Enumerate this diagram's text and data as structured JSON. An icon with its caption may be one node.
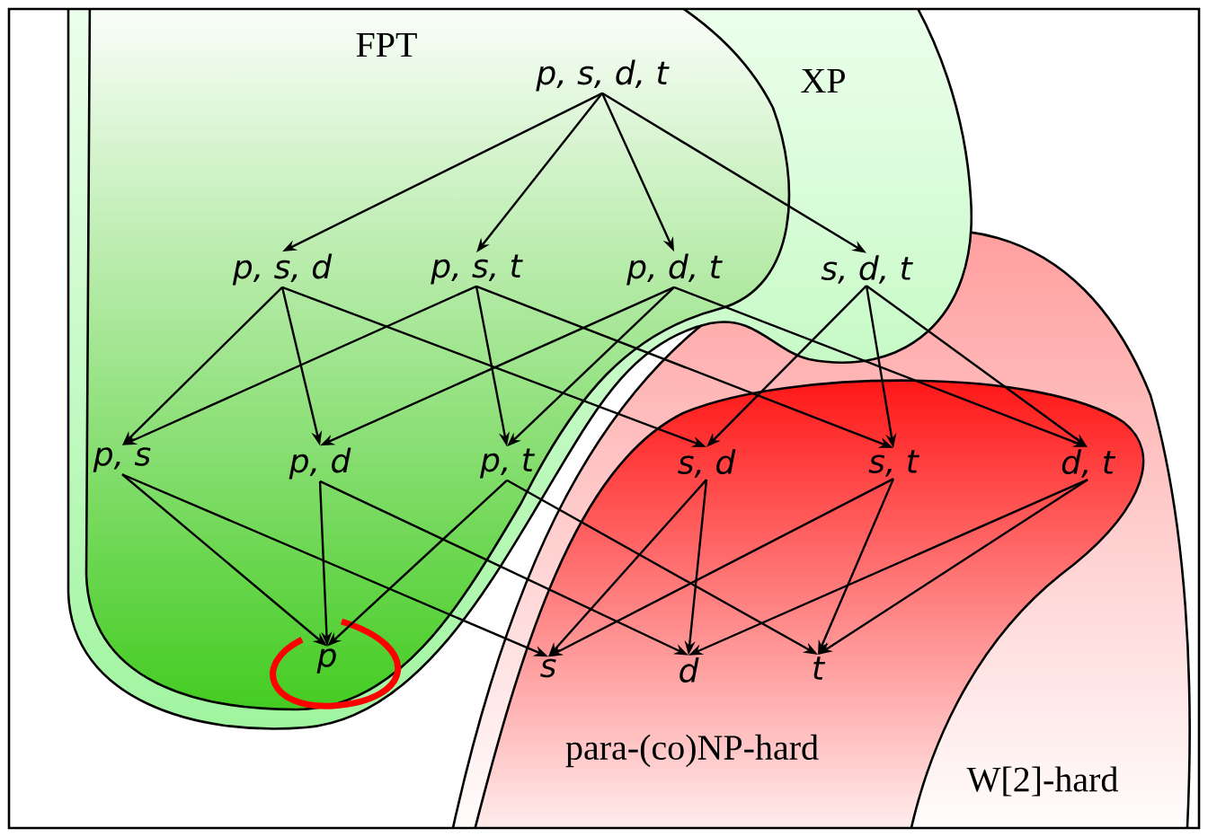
{
  "diagram": {
    "nodes": [
      {
        "text": [
          "FPT"
        ],
        "in": 1
      },
      {
        "text": [
          "XP"
        ]
      },
      {
        "text": [
          "para-(co)NP-hard"
        ],
        "in": 3
      },
      {
        "text": [
          "W[2]-hard"
        ]
      },
      {
        "text": [
          "p, s, d, t"
        ],
        "in": 0
      },
      {
        "text": [
          "p, s, d"
        ],
        "in": 0
      },
      {
        "text": [
          "p, s, t"
        ],
        "in": 0
      },
      {
        "text": [
          "p, d, t"
        ],
        "in": 0
      },
      {
        "text": [
          "s, d, t"
        ]
      },
      {
        "text": [
          "p, s"
        ],
        "in": 0
      },
      {
        "text": [
          "p, d"
        ],
        "in": 0
      },
      {
        "text": [
          "p, t"
        ],
        "in": 0
      },
      {
        "text": [
          "s, d"
        ],
        "in": 2
      },
      {
        "text": [
          "s, t"
        ],
        "in": 2
      },
      {
        "text": [
          "d, t"
        ],
        "in": 2
      },
      {
        "text": [
          "p"
        ],
        "in": 0
      },
      {
        "text": [
          "s"
        ],
        "in": 2
      },
      {
        "text": [
          "d"
        ],
        "in": 2
      },
      {
        "text": [
          "t"
        ],
        "in": 2
      }
    ],
    "edges": [
      {
        "from": 4,
        "to": 5,
        "arrow": "to"
      },
      {
        "from": 4,
        "to": 6,
        "arrow": "to"
      },
      {
        "from": 4,
        "to": 7,
        "arrow": "to"
      },
      {
        "from": 4,
        "to": 8,
        "arrow": "to"
      },
      {
        "from": 5,
        "to": 9,
        "arrow": "to"
      },
      {
        "from": 5,
        "to": 10,
        "arrow": "to"
      },
      {
        "from": 5,
        "to": 12,
        "arrow": "to"
      },
      {
        "from": 6,
        "to": 9,
        "arrow": "to"
      },
      {
        "from": 6,
        "to": 11,
        "arrow": "to"
      },
      {
        "from": 6,
        "to": 13,
        "arrow": "to"
      },
      {
        "from": 7,
        "to": 10,
        "arrow": "to"
      },
      {
        "from": 7,
        "to": 11,
        "arrow": "to"
      },
      {
        "from": 7,
        "to": 14,
        "arrow": "to"
      },
      {
        "from": 8,
        "to": 12,
        "arrow": "to"
      },
      {
        "from": 8,
        "to": 13,
        "arrow": "to"
      },
      {
        "from": 8,
        "to": 14,
        "arrow": "to"
      },
      {
        "from": 9,
        "to": 15,
        "arrow": "to"
      },
      {
        "from": 9,
        "to": 16,
        "arrow": "to"
      },
      {
        "from": 10,
        "to": 15,
        "arrow": "to"
      },
      {
        "from": 10,
        "to": 17,
        "arrow": "to"
      },
      {
        "from": 11,
        "to": 15,
        "arrow": "to"
      },
      {
        "from": 11,
        "to": 18,
        "arrow": "to"
      },
      {
        "from": 12,
        "to": 16,
        "arrow": "to"
      },
      {
        "from": 12,
        "to": 17,
        "arrow": "to"
      },
      {
        "from": 13,
        "to": 16,
        "arrow": "to"
      },
      {
        "from": 13,
        "to": 18,
        "arrow": "to"
      },
      {
        "from": 14,
        "to": 17,
        "arrow": "to"
      },
      {
        "from": 14,
        "to": 18,
        "arrow": "to"
      }
    ]
  }
}
